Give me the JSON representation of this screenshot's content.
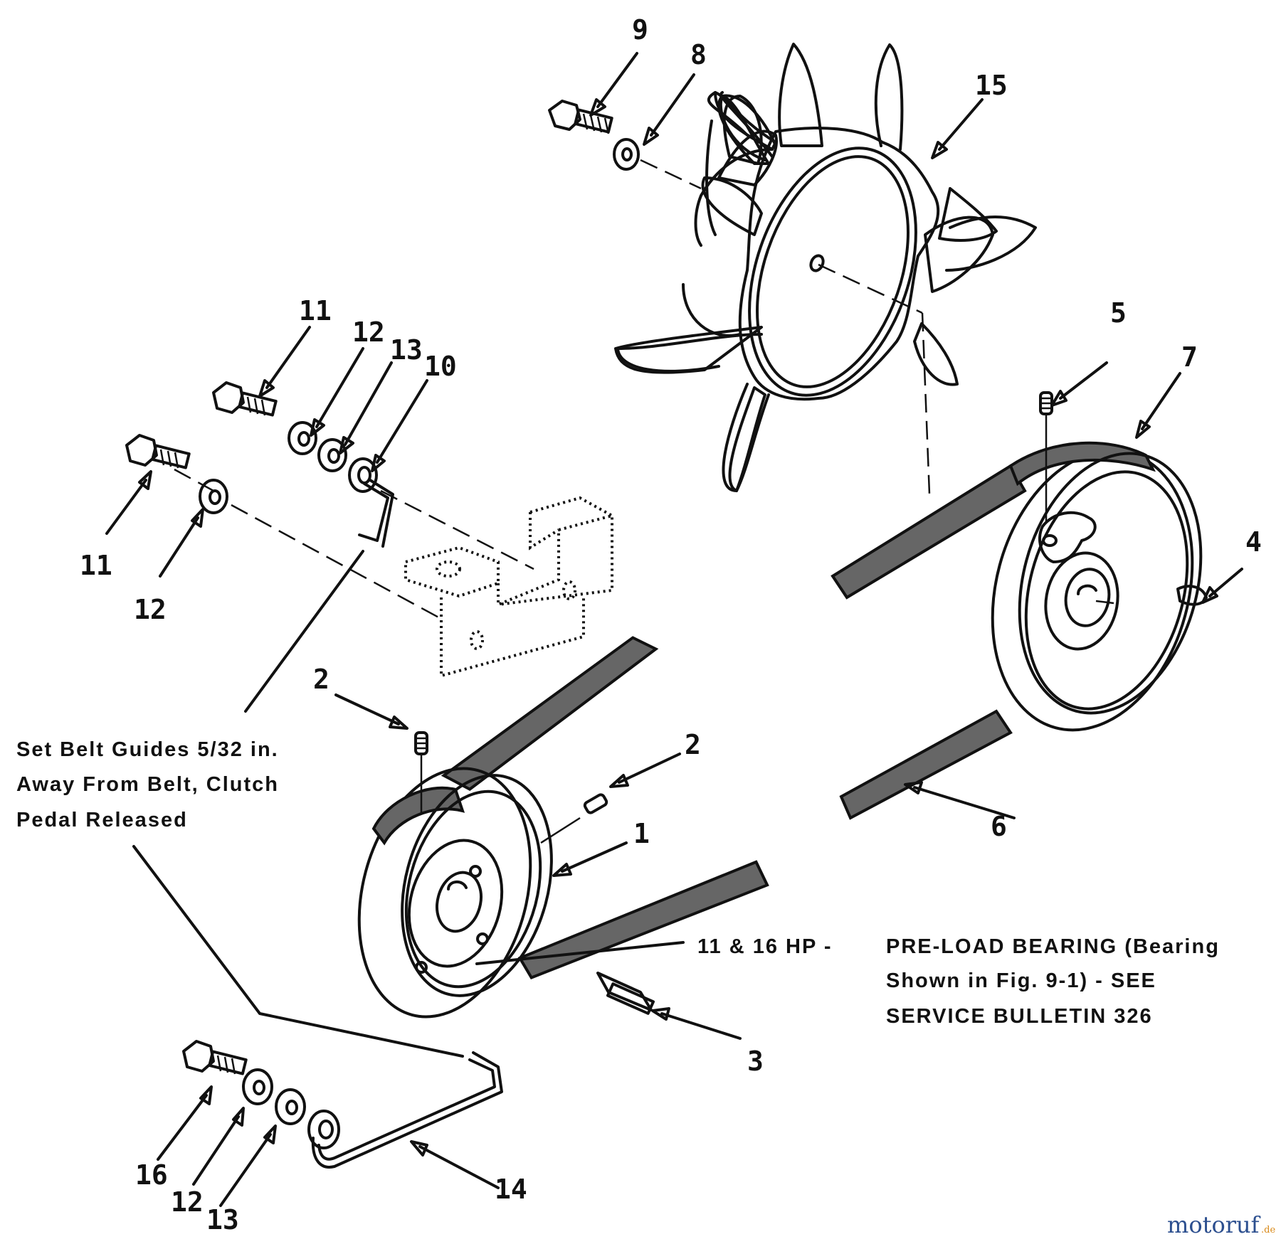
{
  "callouts": {
    "c1": "1",
    "c2a": "2",
    "c2b": "2",
    "c3": "3",
    "c4": "4",
    "c5": "5",
    "c6": "6",
    "c7": "7",
    "c8": "8",
    "c9": "9",
    "c10": "10",
    "c11a": "11",
    "c11b": "11",
    "c12a": "12",
    "c12b": "12",
    "c12c": "12",
    "c13a": "13",
    "c13b": "13",
    "c14": "14",
    "c15": "15",
    "c16": "16"
  },
  "notes": {
    "belt_guides": [
      "Set Belt Guides 5/32 in.",
      "Away From Belt, Clutch",
      "Pedal Released"
    ],
    "hp_prefix": "11 & 16 HP -",
    "preload": [
      "PRE-LOAD BEARING  (Bearing",
      "Shown in Fig. 9-1) - SEE",
      "SERVICE BULLETIN 326"
    ]
  },
  "watermark": {
    "brand": "motoruf",
    "suffix": ".de"
  },
  "colors": {
    "ink": "#111111",
    "background": "#ffffff",
    "watermark_blue": "#2c4f8f",
    "watermark_orange": "#d98a1a",
    "belt_fill": "#666666"
  }
}
